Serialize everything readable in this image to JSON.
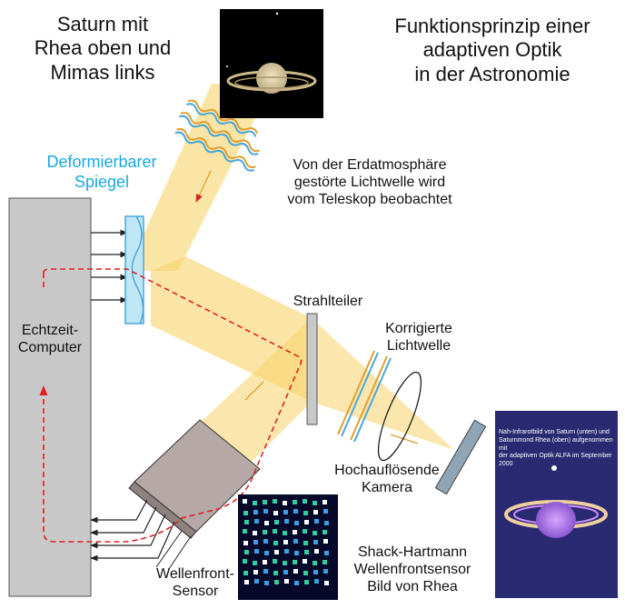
{
  "title_left": [
    "Saturn mit",
    "Rhea oben und",
    "Mimas links"
  ],
  "title_right": [
    "Funktionsprinzip einer",
    "adaptiven Optik",
    "in der Astronomie"
  ],
  "labels": {
    "mirror": [
      "Deformierbarer",
      "Spiegel"
    ],
    "disturbed_wave": [
      "Von der Erdatmosphäre",
      "gestörte Lichtwelle wird",
      "vom Teleskop beobachtet"
    ],
    "computer": [
      "Echtzeit-",
      "Computer"
    ],
    "beamsplitter": "Strahlteiler",
    "corrected_wave": [
      "Korrigierte",
      "Lichtwelle"
    ],
    "camera": [
      "Hochauflösende",
      "Kamera"
    ],
    "wavefront_sensor": [
      "Wellenfront-",
      "Sensor"
    ],
    "shack_hartmann": [
      "Shack-Hartmann",
      "Wellenfrontsensor",
      "Bild von Rhea"
    ]
  },
  "photo_caption": [
    "Nah-Infrarotbild von Saturn (unten) und",
    "Saturnmond Rhea (oben) aufgenommen mit",
    "der adaptiven Optik ALFA im September 2000"
  ],
  "colors": {
    "beam": "#f7d36a",
    "computer": "#c8c8c8",
    "sensor_box": "#b5a8a6",
    "signal_path": "#e02020",
    "mirror": "#bfe6f5",
    "label_accent": "#18a8e0",
    "photo_bg": "#2a2a72"
  }
}
